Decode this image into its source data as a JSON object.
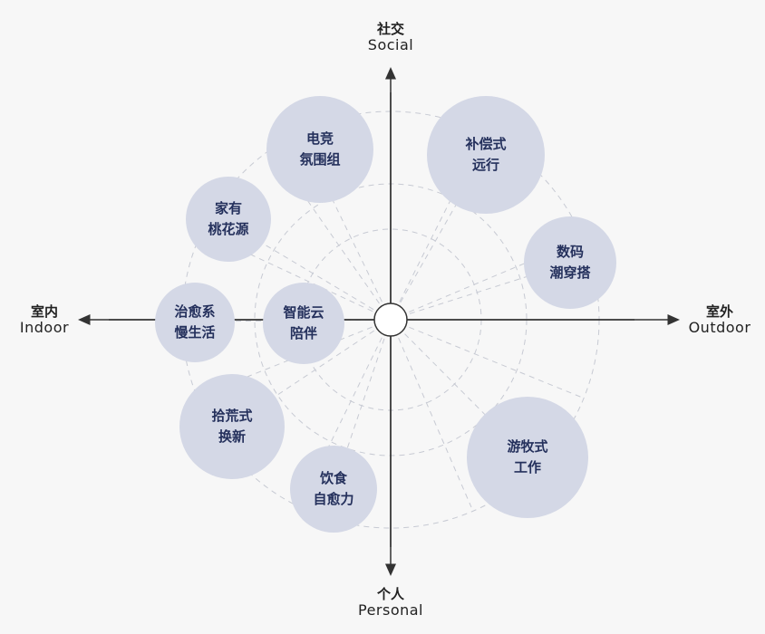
{
  "axes": {
    "top": {
      "zh": "社交",
      "en": "Social"
    },
    "bottom": {
      "zh": "个人",
      "en": "Personal"
    },
    "left": {
      "zh": "室内",
      "en": "Indoor"
    },
    "right": {
      "zh": "室外",
      "en": "Outdoor"
    }
  },
  "bubbles": [
    {
      "id": "esports",
      "line1": "电竞",
      "line2": "氛围组"
    },
    {
      "id": "compensatory-travel",
      "line1": "补偿式",
      "line2": "远行"
    },
    {
      "id": "home-utopia",
      "line1": "家有",
      "line2": "桃花源"
    },
    {
      "id": "digital-fashion",
      "line1": "数码",
      "line2": "潮穿搭"
    },
    {
      "id": "healing-slow-life",
      "line1": "治愈系",
      "line2": "慢生活"
    },
    {
      "id": "smart-cloud",
      "line1": "智能云",
      "line2": "陪伴"
    },
    {
      "id": "scavenger-swap",
      "line1": "拾荒式",
      "line2": "换新"
    },
    {
      "id": "nomadic-work",
      "line1": "游牧式",
      "line2": "工作"
    },
    {
      "id": "food-self-healing",
      "line1": "饮食",
      "line2": "自愈力"
    }
  ],
  "colors": {
    "bubble_fill": "#d4d8e6",
    "bubble_text": "#24305c",
    "axis": "#333333",
    "dashed": "#c7cad3",
    "background": "#f7f7f7"
  }
}
